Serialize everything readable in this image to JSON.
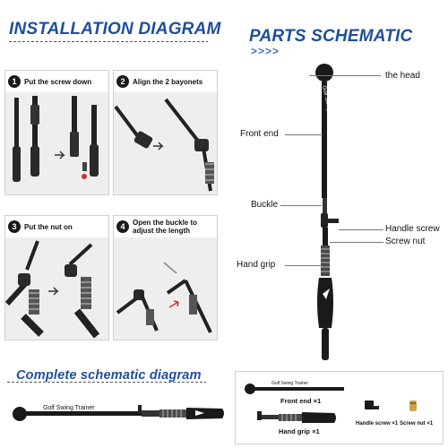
{
  "installation": {
    "title": "INSTALLATION DIAGRAM",
    "steps": [
      {
        "number": "1",
        "label": "Put the screw down"
      },
      {
        "number": "2",
        "label": "Align the 2 bayonets"
      },
      {
        "number": "3",
        "label": "Put the nut on"
      },
      {
        "number": "4",
        "label": "Open the buckle to adjust the length"
      }
    ]
  },
  "parts": {
    "title": "PARTS SCHEMATIC",
    "arrows": ">>>>",
    "shaft_text": "Golf Swing Trainer",
    "labels": {
      "head": "the head",
      "front_end": "Front end",
      "buckle": "Buckle",
      "handle_screw": "Handle screw",
      "screw_nut": "Screw nut",
      "hand_grip": "Hand grip"
    }
  },
  "complete": {
    "title": "Complete schematic diagram",
    "shaft_text": "Golf Swing Trainer"
  },
  "kit": {
    "front_end": "Front end ×1",
    "hand_grip": "Hand grip ×1",
    "handle_screw": "Handle screw ×1",
    "screw_nut": "Screw nut ×1",
    "shaft_text": "Golf Swing Trainer"
  }
}
